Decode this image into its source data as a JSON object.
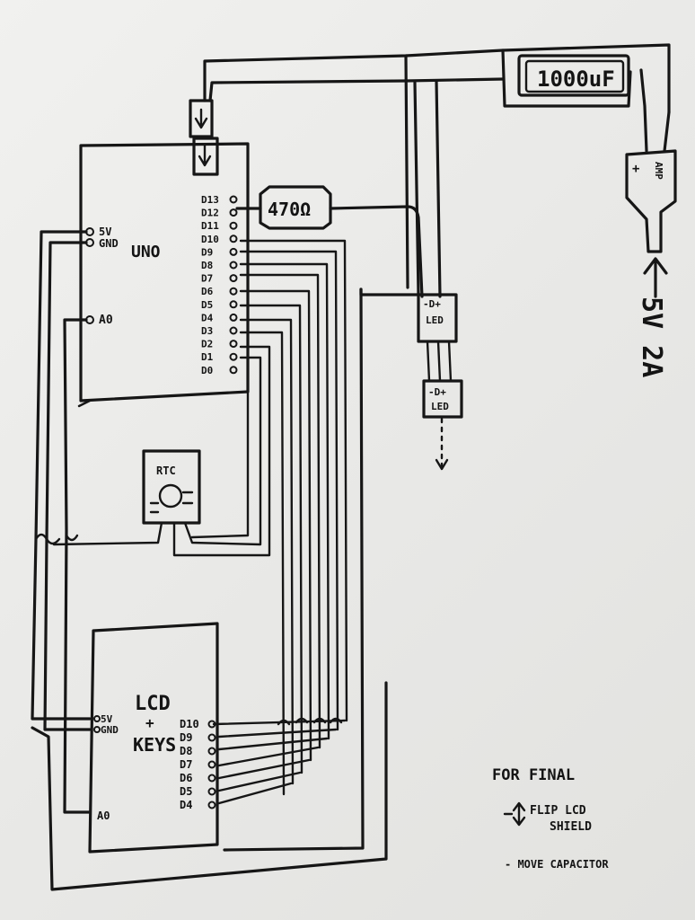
{
  "uno": {
    "label": "UNO",
    "left_pins": [
      "5V",
      "GND",
      "A0"
    ],
    "right_pins": [
      "D13",
      "D12",
      "D11",
      "D10",
      "D9",
      "D8",
      "D7",
      "D6",
      "D5",
      "D4",
      "D3",
      "D2",
      "D1",
      "D0"
    ]
  },
  "resistor": {
    "label": "470Ω"
  },
  "capacitor": {
    "label": "1000uF"
  },
  "amp": {
    "label": "AMP",
    "plus": "+"
  },
  "supply": {
    "label": "5V 2A"
  },
  "led1": {
    "pins": "-D+",
    "label": "LED"
  },
  "led2": {
    "pins": "-D+",
    "label": "LED"
  },
  "rtc": {
    "label": "RTC"
  },
  "lcd": {
    "label_line1": "LCD",
    "label_line2": "+",
    "label_line3": "KEYS",
    "left_pins": [
      "5V",
      "GND",
      "A0"
    ],
    "right_pins": [
      "D10",
      "D9",
      "D8",
      "D7",
      "D6",
      "D5",
      "D4"
    ]
  },
  "notes": {
    "title": "FOR FINAL",
    "item1": "FLIP LCD",
    "item1b": "SHIELD",
    "item2": "- MOVE CAPACITOR"
  },
  "colors": {
    "ink": "#161616",
    "paper": "#ececea"
  }
}
